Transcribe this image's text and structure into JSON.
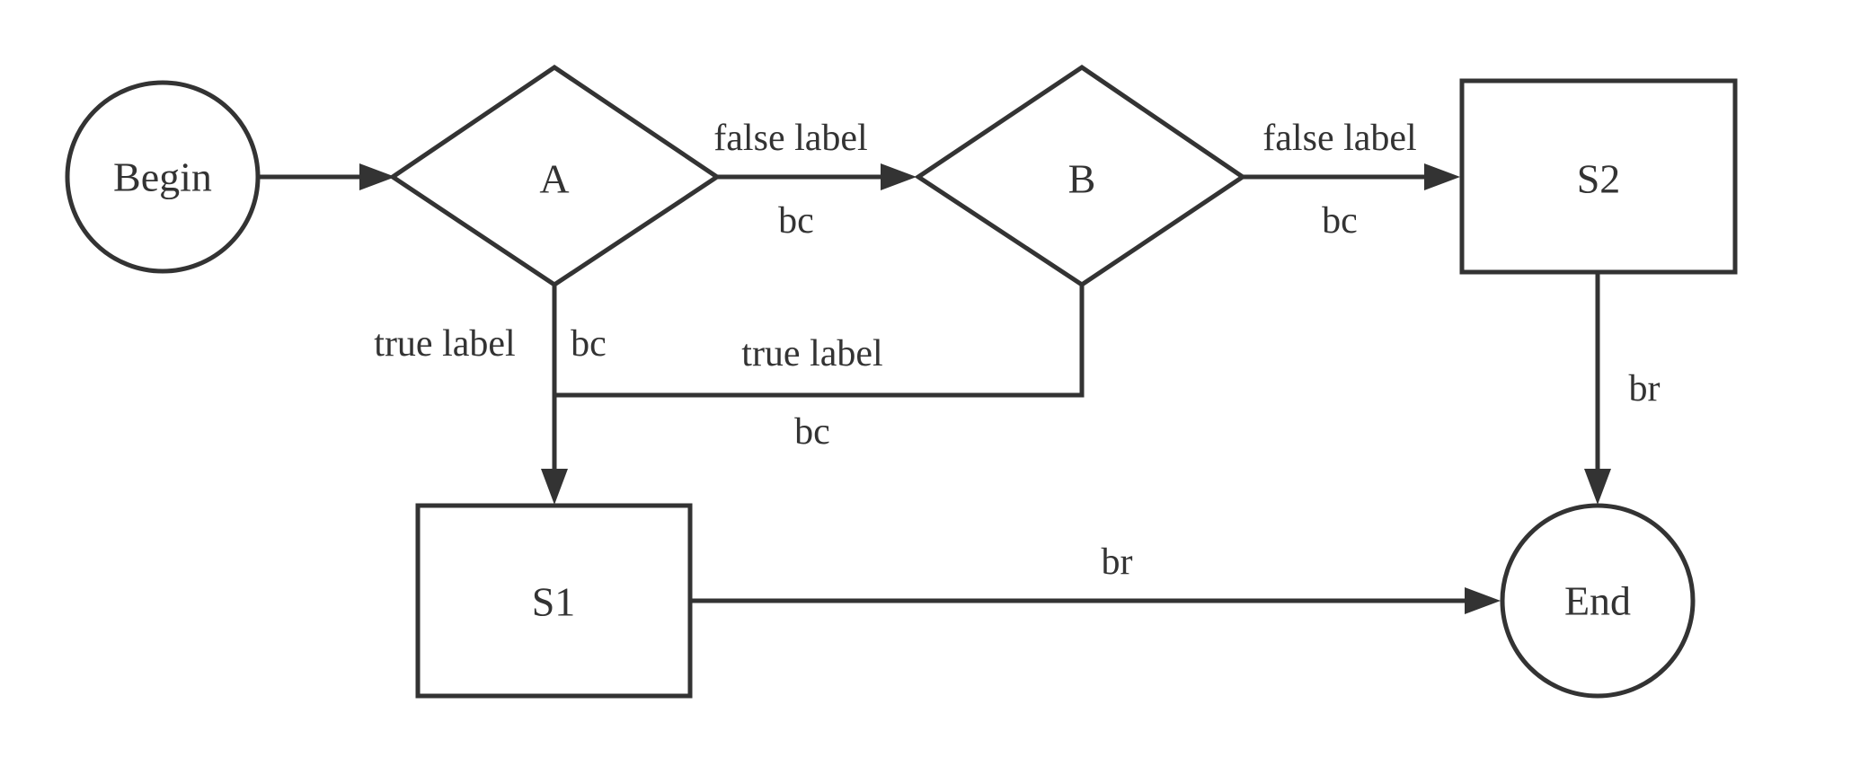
{
  "colors": {
    "stroke": "#333333",
    "text": "#333333",
    "background": "#ffffff"
  },
  "nodes": {
    "begin": {
      "label": "Begin",
      "shape": "circle"
    },
    "a": {
      "label": "A",
      "shape": "diamond"
    },
    "b": {
      "label": "B",
      "shape": "diamond"
    },
    "s2": {
      "label": "S2",
      "shape": "rectangle"
    },
    "s1": {
      "label": "S1",
      "shape": "rectangle"
    },
    "end": {
      "label": "End",
      "shape": "circle"
    }
  },
  "edges": {
    "a_to_b": {
      "top": "false label",
      "bottom": "bc"
    },
    "b_to_s2": {
      "top": "false label",
      "bottom": "bc"
    },
    "a_to_s1": {
      "left": "true label",
      "right": "bc"
    },
    "b_to_s1": {
      "top": "true label",
      "bottom": "bc"
    },
    "s2_to_end": {
      "label": "br"
    },
    "s1_to_end": {
      "label": "br"
    }
  }
}
